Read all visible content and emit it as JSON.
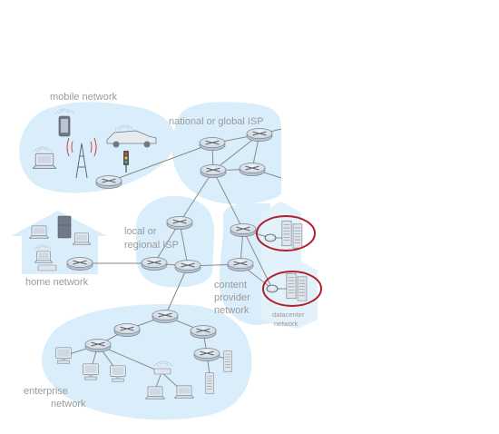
{
  "labels": {
    "mobile_network": "mobile network",
    "national_isp": "national or global ISP",
    "local_isp_line1": "local or",
    "local_isp_line2": "regional ISP",
    "home_network": "home network",
    "content_line1": "content",
    "content_line2": "provider",
    "content_line3": "network",
    "datacenter_line1": "datacenter",
    "datacenter_line2": "network",
    "enterprise_line1": "enterprise",
    "enterprise_line2": "network"
  },
  "colors": {
    "region_fill": "#d9eefa",
    "router_fill": "#dde3ea",
    "link": "#8a8a8a",
    "highlight": "#b0202a",
    "label": "#9a9a9a"
  }
}
